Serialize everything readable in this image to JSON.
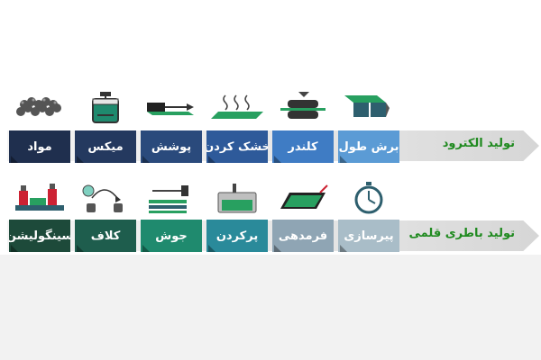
{
  "rows": [
    {
      "title": "تولید الکترود",
      "steps": [
        {
          "label": "مواد",
          "icon": "material-pellets-icon",
          "color": "#1f2f4e"
        },
        {
          "label": "میکس",
          "icon": "mixer-tank-icon",
          "color": "#24395f"
        },
        {
          "label": "پوشش",
          "icon": "coating-roller-icon",
          "color": "#2a4a7c"
        },
        {
          "label": "خشک کردن",
          "icon": "drying-heat-icon",
          "color": "#2e5a9a"
        },
        {
          "label": "کلندر",
          "icon": "calender-rollers-icon",
          "color": "#3f7cc4"
        },
        {
          "label": "برش طول",
          "icon": "slitting-cutter-icon",
          "color": "#5b9bd5"
        }
      ]
    },
    {
      "title": "تولید باطری قلمی",
      "steps": [
        {
          "label": "سینگولیشن",
          "icon": "singulation-machine-icon",
          "color": "#1d4a3a"
        },
        {
          "label": "کلاف",
          "icon": "winding-coil-icon",
          "color": "#1e5d4d"
        },
        {
          "label": "جوش",
          "icon": "welding-tab-icon",
          "color": "#1f8a6e"
        },
        {
          "label": "پرکردن",
          "icon": "electrolyte-filling-icon",
          "color": "#2a8a9a"
        },
        {
          "label": "فرمدهی",
          "icon": "formation-charger-icon",
          "color": "#8fa5b4"
        },
        {
          "label": "پیرسازی",
          "icon": "aging-stopwatch-icon",
          "color": "#a9bdc8"
        }
      ]
    }
  ]
}
